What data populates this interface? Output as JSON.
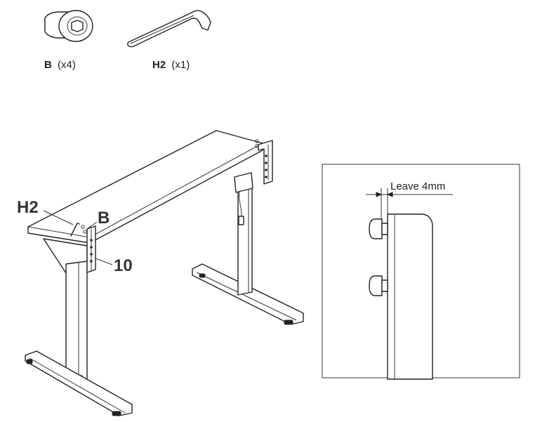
{
  "parts": [
    {
      "id": "B",
      "qty": "(x4)",
      "icon": "flat-head-bolt-icon"
    },
    {
      "id": "H2",
      "qty": "(x1)",
      "icon": "allen-key-icon"
    }
  ],
  "callouts": {
    "tool": "H2",
    "bolt": "B",
    "step": "10"
  },
  "detail": {
    "gap_label": "Leave 4mm"
  },
  "colors": {
    "line": "#222222",
    "background": "#ffffff"
  }
}
